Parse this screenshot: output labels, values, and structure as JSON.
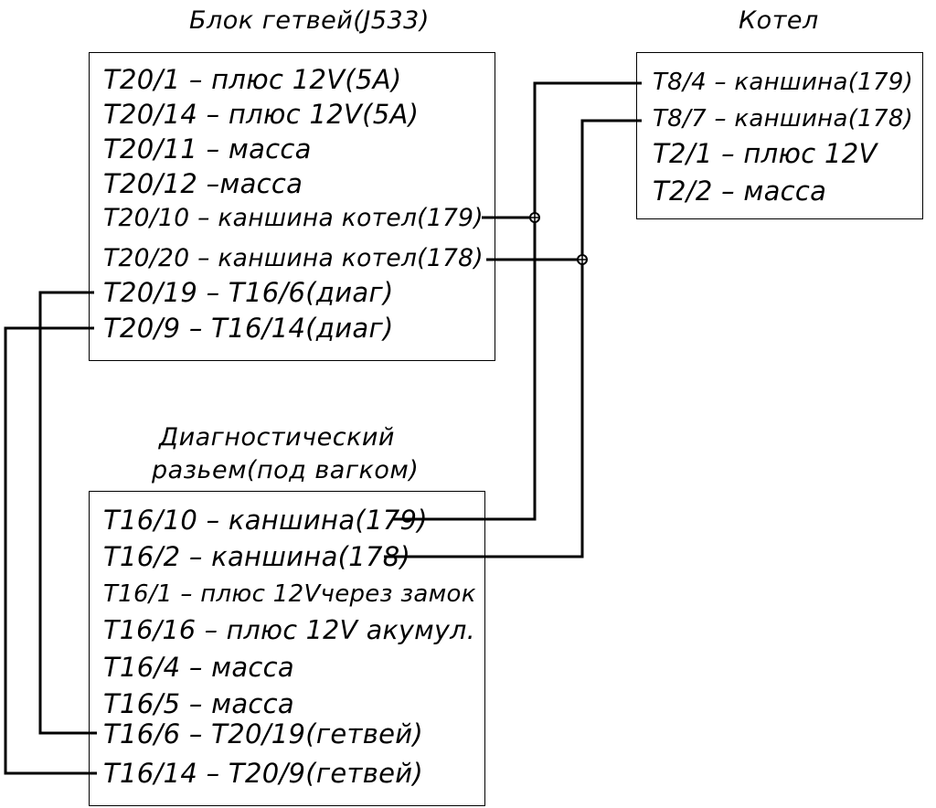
{
  "gateway": {
    "title": "Блок гетвей(J533)",
    "pins": [
      "T20/1 – плюс 12V(5A)",
      "T20/14 – плюс 12V(5A)",
      "T20/11 – масса",
      "T20/12 –масса",
      "T20/10 – каншина котел(179)",
      "T20/20 – каншина котел(178)",
      "T20/19 – T16/6(диаг)",
      "T20/9 – T16/14(диаг)"
    ]
  },
  "boiler": {
    "title": "Котел",
    "pins": [
      "T8/4 – каншина(179)",
      "T8/7 – каншина(178)",
      "T2/1 – плюс 12V",
      "T2/2 – масса"
    ]
  },
  "diag": {
    "title_line1": "Диагностический",
    "title_line2": "разьем(под вагком)",
    "pins": [
      "T16/10 – каншина(179)",
      "T16/2 – каншина(178)",
      "T16/1 – плюс 12Vчерез замок",
      "T16/16 – плюс 12V акумул.",
      "T16/4 – масса",
      "T16/5 – масса",
      "T16/6 – T20/19(гетвей)",
      "T16/14 – T20/9(гетвей)"
    ]
  },
  "colors": {
    "line": "#000000",
    "background": "#ffffff"
  }
}
